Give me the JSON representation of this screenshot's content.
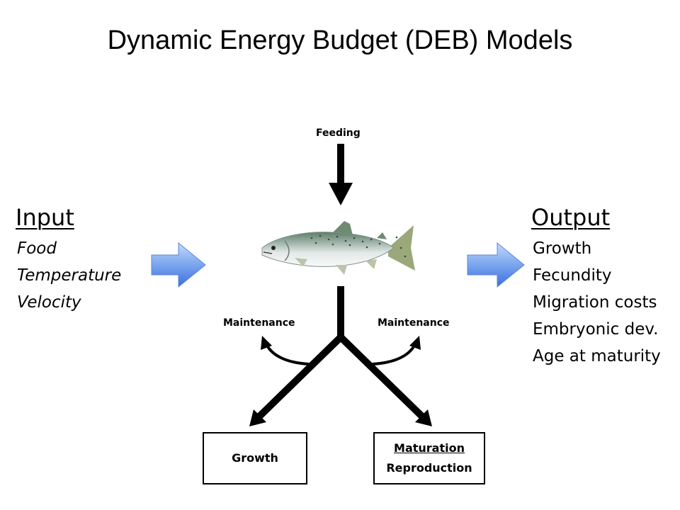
{
  "title": "Dynamic Energy Budget (DEB) Models",
  "input": {
    "heading": "Input",
    "items": [
      "Food",
      "Temperature",
      "Velocity"
    ]
  },
  "output": {
    "heading": "Output",
    "items": [
      "Growth",
      "Fecundity",
      "Migration costs",
      "Embryonic dev.",
      "Age at maturity"
    ]
  },
  "labels": {
    "feeding": "Feeding",
    "maintenance_left": "Maintenance",
    "maintenance_right": "Maintenance"
  },
  "boxes": {
    "growth": "Growth",
    "maturation": "Maturation",
    "reproduction": "Reproduction"
  },
  "colors": {
    "arrow_light": "#a9c7f5",
    "arrow_dark": "#2d63d6",
    "fish_body": "#c9d5d6",
    "fish_back": "#6f8a72"
  }
}
